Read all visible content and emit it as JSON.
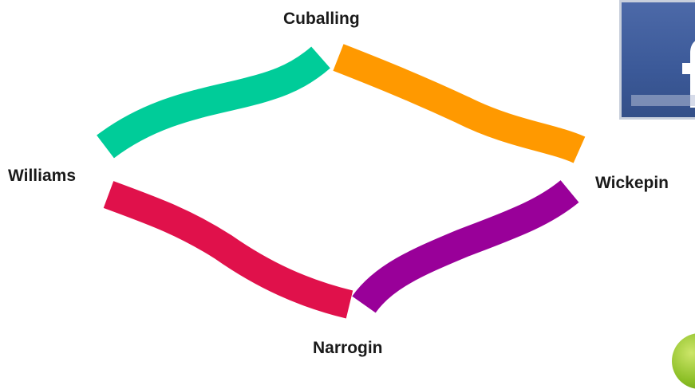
{
  "diagram": {
    "towns": {
      "cuballing": "Cuballing",
      "williams": "Williams",
      "wickepin": "Wickepin",
      "narrogin": "Narrogin"
    },
    "connections": [
      {
        "from": "Williams",
        "to": "Cuballing",
        "color": "#00CC99"
      },
      {
        "from": "Cuballing",
        "to": "Wickepin",
        "color": "#FF9900"
      },
      {
        "from": "Williams",
        "to": "Narrogin",
        "color": "#E0114B"
      },
      {
        "from": "Narrogin",
        "to": "Wickepin",
        "color": "#990099"
      }
    ]
  },
  "icons": {
    "facebook": "facebook-icon",
    "green_badge": "green-badge-icon"
  }
}
